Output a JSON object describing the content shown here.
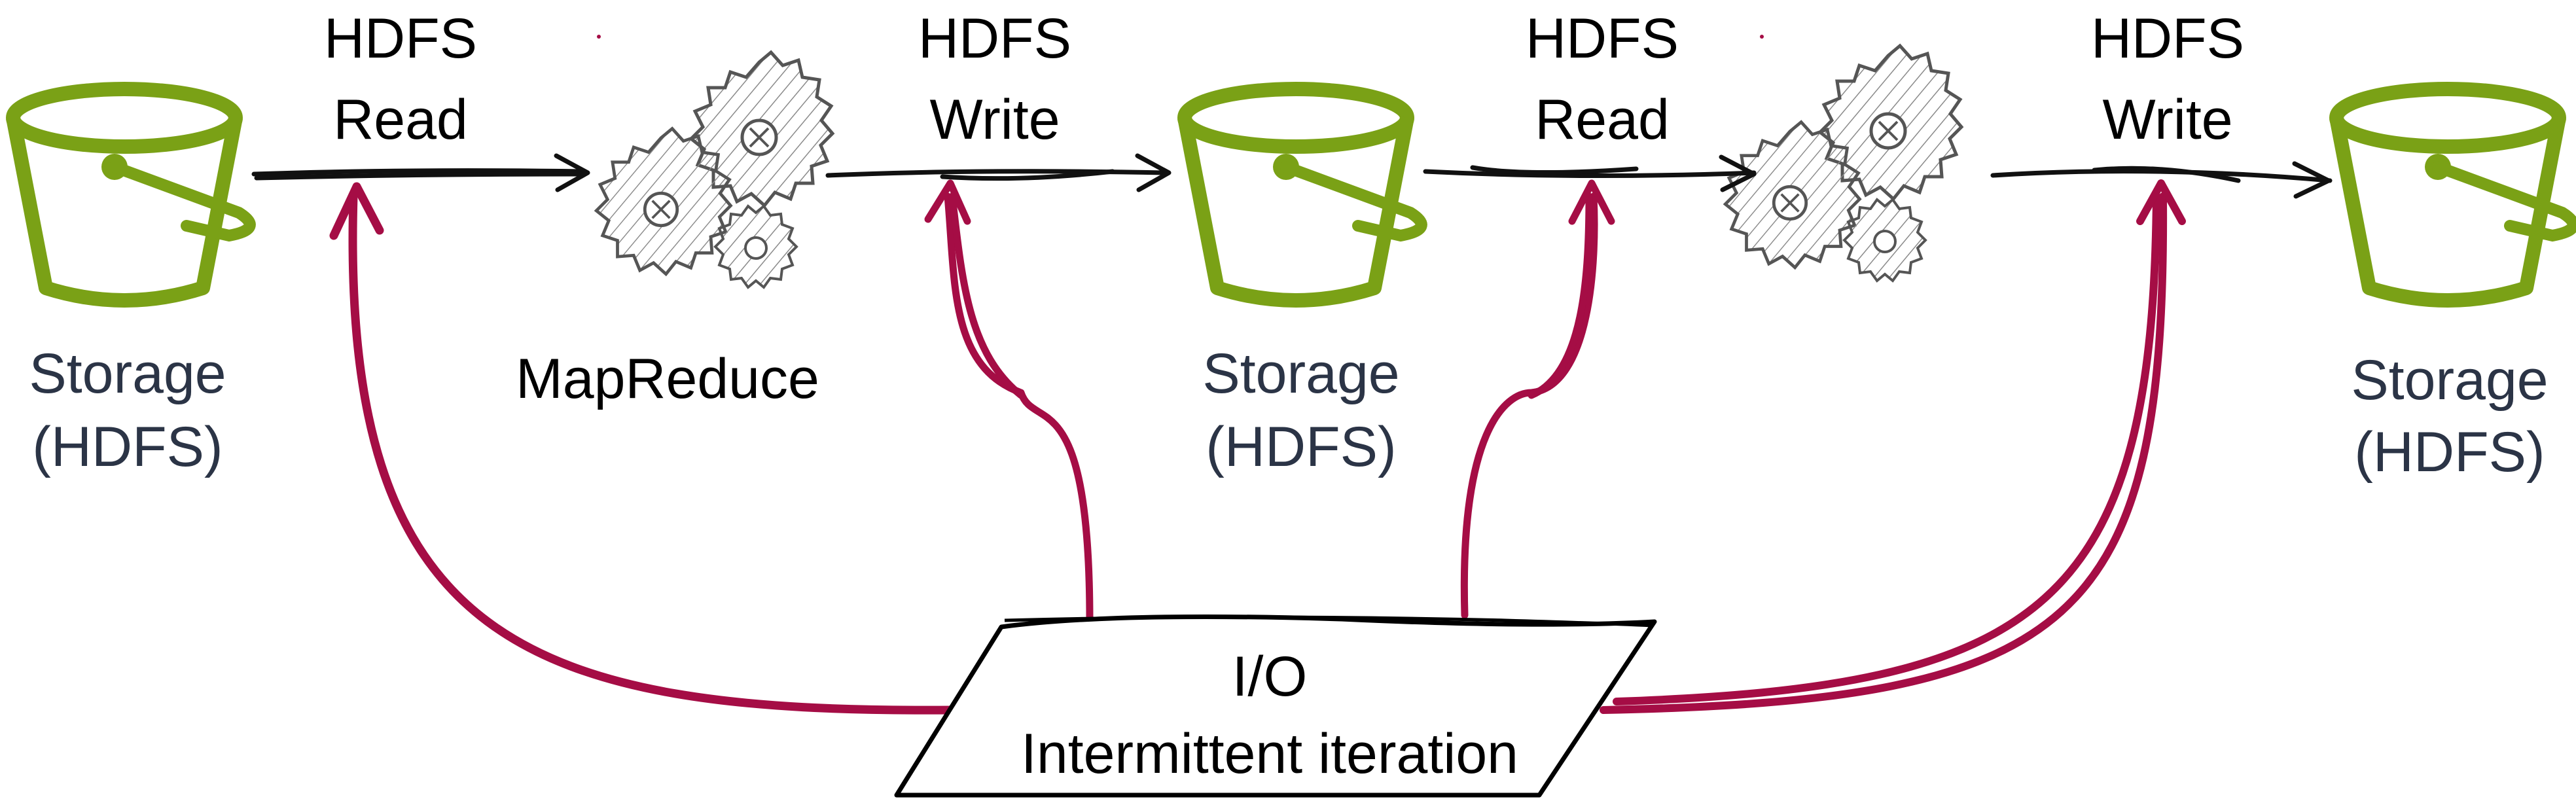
{
  "colors": {
    "bucket": "#7aa116",
    "io_arrow": "#a50d45",
    "flow_arrow": "#111111",
    "gear_stroke": "#555555",
    "storage_text": "#2b3446",
    "box_stroke": "#000000"
  },
  "storages": [
    {
      "line1": "Storage",
      "line2": "(HDFS)"
    },
    {
      "line1": "Storage",
      "line2": "(HDFS)"
    },
    {
      "line1": "Storage",
      "line2": "(HDFS)"
    }
  ],
  "flow_labels": [
    {
      "line1": "HDFS",
      "line2": "Read"
    },
    {
      "line1": "HDFS",
      "line2": "Write"
    },
    {
      "line1": "HDFS",
      "line2": "Read"
    },
    {
      "line1": "HDFS",
      "line2": "Write"
    }
  ],
  "mapreduce_label": "MapReduce",
  "io_box": {
    "line1": "I/O",
    "line2": "Intermittent iteration"
  },
  "icons": [
    "storage-bucket-icon",
    "gears-icon"
  ]
}
